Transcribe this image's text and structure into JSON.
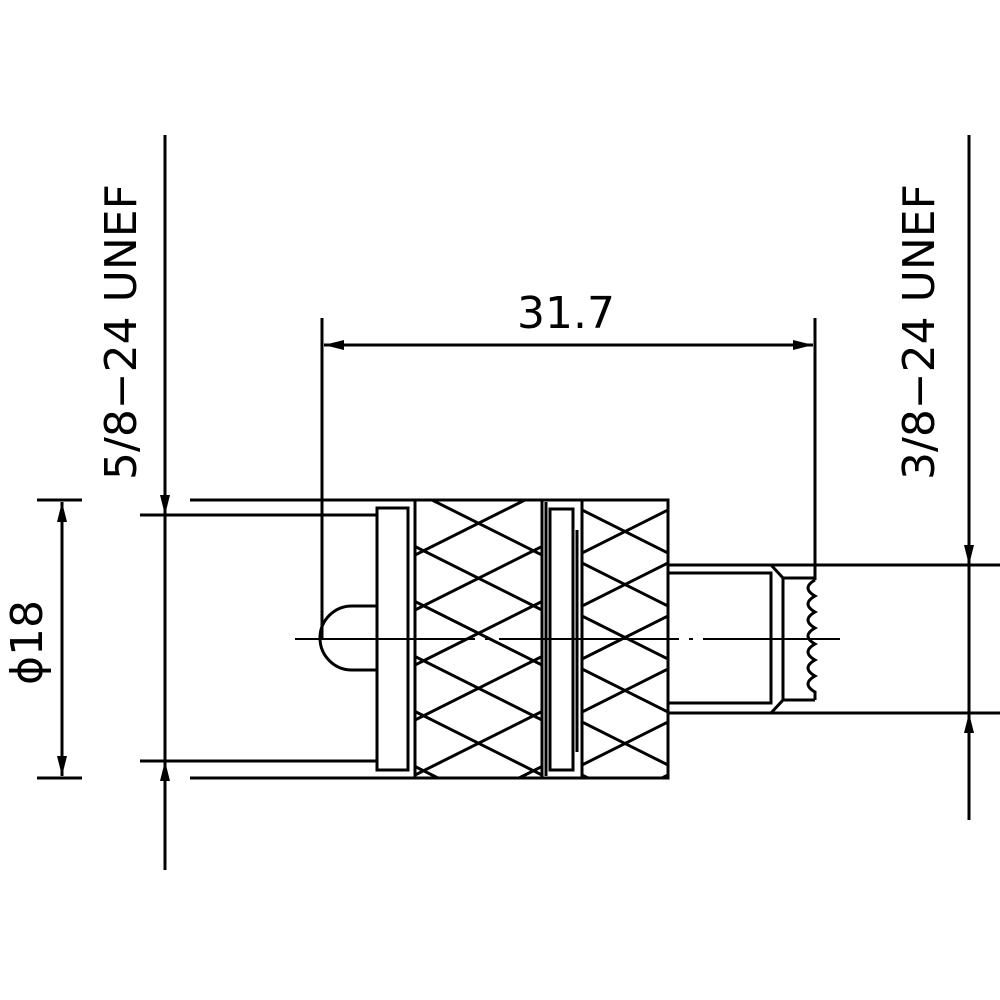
{
  "dimensions": {
    "left_thread": "5/8−24 UNEF",
    "right_thread": "3/8−24 UNEF",
    "length": "31.7",
    "diameter": "ϕ18"
  },
  "colors": {
    "line": "#000000",
    "background": "#ffffff"
  }
}
